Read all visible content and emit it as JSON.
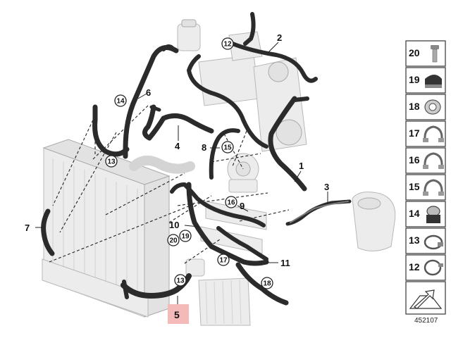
{
  "diagram": {
    "part_labels": [
      "1",
      "2",
      "3",
      "4",
      "6",
      "7",
      "8",
      "9",
      "10",
      "11"
    ],
    "highlight_label": "5",
    "callouts": [
      "12",
      "14",
      "13",
      "15",
      "16",
      "19",
      "20",
      "17",
      "13",
      "18"
    ],
    "legend": [
      "20",
      "19",
      "18",
      "17",
      "16",
      "15",
      "14",
      "13",
      "12"
    ],
    "reference_number": "452107",
    "colors": {
      "highlight": "#f4b9b9",
      "hose": "#2b2b2b",
      "ghost_part": "#ececec"
    }
  }
}
